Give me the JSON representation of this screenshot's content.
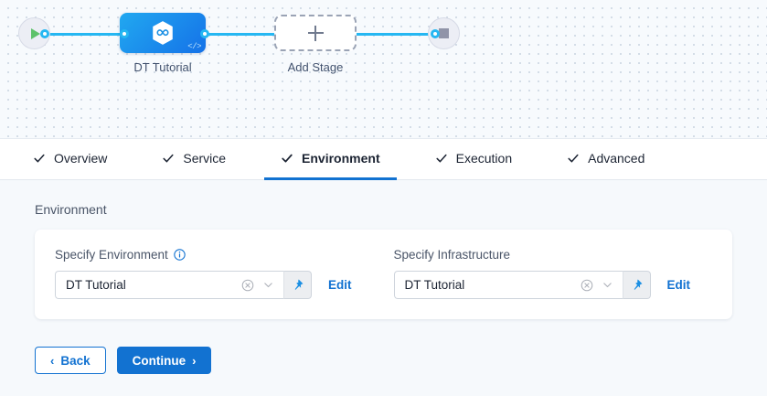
{
  "canvas": {
    "start_node": {
      "icon": "play-icon"
    },
    "stop_node": {
      "icon": "stop-icon"
    },
    "stage": {
      "label": "DT Tutorial",
      "icon": "hexagon-infinity-icon",
      "badge": "</>"
    },
    "add_stage": {
      "label": "Add Stage",
      "icon": "plus-icon"
    }
  },
  "tabs": [
    {
      "label": "Overview",
      "checked": true,
      "active": false
    },
    {
      "label": "Service",
      "checked": true,
      "active": false
    },
    {
      "label": "Environment",
      "checked": true,
      "active": true
    },
    {
      "label": "Execution",
      "checked": true,
      "active": false
    },
    {
      "label": "Advanced",
      "checked": true,
      "active": false
    }
  ],
  "section": {
    "title": "Environment"
  },
  "fields": [
    {
      "label": "Specify Environment",
      "has_info_icon": true,
      "value": "DT Tutorial",
      "placeholder": "DT Tutorial",
      "clear_icon": "clear-circle-icon",
      "dropdown_icon": "chevron-down-icon",
      "pin_icon": "pin-icon",
      "edit_label": "Edit"
    },
    {
      "label": "Specify Infrastructure",
      "has_info_icon": false,
      "value": "DT Tutorial",
      "placeholder": "DT Tutorial",
      "clear_icon": "clear-circle-icon",
      "dropdown_icon": "chevron-down-icon",
      "pin_icon": "pin-icon",
      "edit_label": "Edit"
    }
  ],
  "footer": {
    "back_label": "Back",
    "back_chevron": "‹",
    "continue_label": "Continue",
    "continue_chevron": "›"
  },
  "colors": {
    "accent": "#1272d1",
    "wire": "#25b7f2",
    "node_gradient_start": "#21a8f0",
    "node_gradient_end": "#1572e8",
    "play_green": "#5ec26a",
    "canvas_bg": "#f7fafd",
    "content_bg": "#f6f9fc"
  }
}
